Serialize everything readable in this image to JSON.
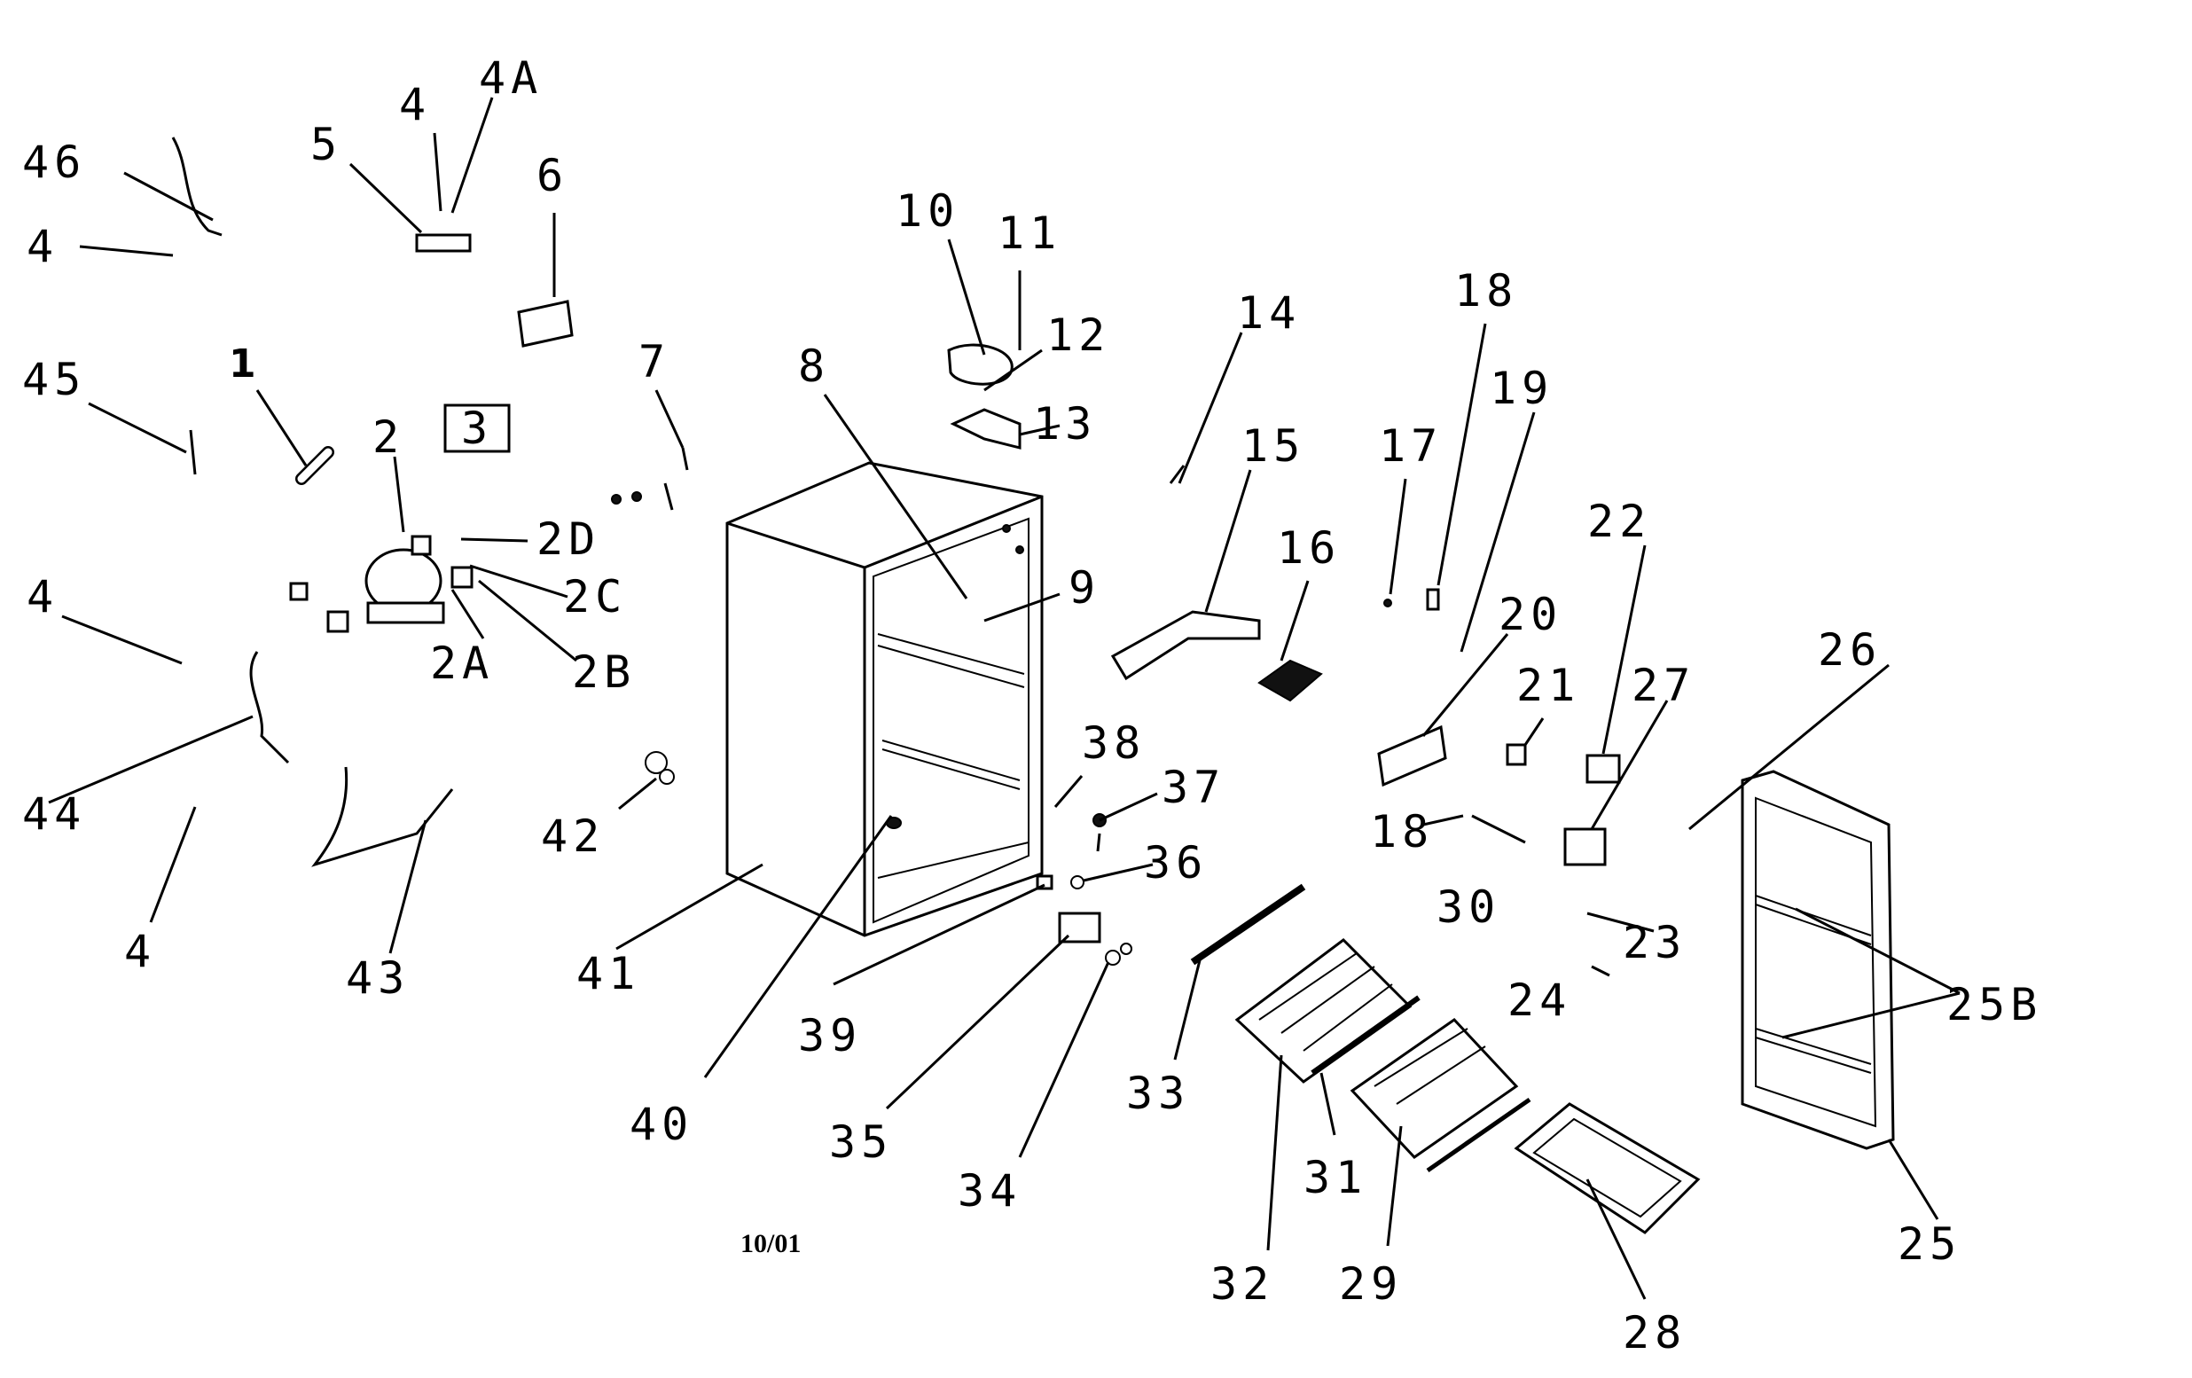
{
  "diagram": {
    "date_code": "10/01",
    "labels": {
      "l46": "46",
      "l4a": "4",
      "l4b": "4",
      "l4A": "4A",
      "l5": "5",
      "l6": "6",
      "l45": "45",
      "l1": "1",
      "l2": "2",
      "l3": "3",
      "l7": "7",
      "l2D": "2D",
      "l2C": "2C",
      "l2A": "2A",
      "l2B": "2B",
      "l4c": "4",
      "l44": "44",
      "l4d": "4",
      "l43": "43",
      "l42": "42",
      "l41": "41",
      "l40": "40",
      "l8": "8",
      "l9": "9",
      "l10": "10",
      "l11": "11",
      "l12": "12",
      "l13": "13",
      "l14": "14",
      "l15": "15",
      "l16": "16",
      "l17": "17",
      "l18a": "18",
      "l19": "19",
      "l20": "20",
      "l21": "21",
      "l22": "22",
      "l18b": "18",
      "l30": "30",
      "l27": "27",
      "l26": "26",
      "l23": "23",
      "l24": "24",
      "l25B": "25B",
      "l25": "25",
      "l38": "38",
      "l37": "37",
      "l36": "36",
      "l39": "39",
      "l35": "35",
      "l34": "34",
      "l33": "33",
      "l32": "32",
      "l31": "31",
      "l29": "29",
      "l28": "28"
    }
  }
}
